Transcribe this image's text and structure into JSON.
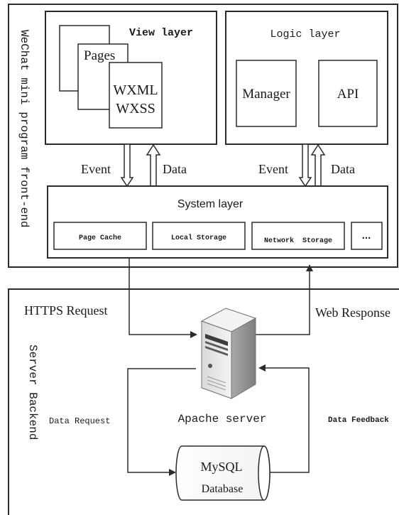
{
  "frontend": {
    "side_title": "WeChat mini program front-end",
    "view_layer": {
      "title": "View layer",
      "pages_label": "Pages",
      "wxml_label": "WXML",
      "wxss_label": "WXSS"
    },
    "logic_layer": {
      "title": "Logic layer",
      "manager_label": "Manager",
      "api_label": "API"
    },
    "left_arrows": {
      "event_label": "Event",
      "data_label": "Data"
    },
    "right_arrows": {
      "event_label": "Event",
      "data_label": "Data"
    },
    "system_layer": {
      "title": "System layer",
      "items": [
        "Page Cache",
        "Local Storage",
        "Network  Storage",
        "..."
      ]
    }
  },
  "backend": {
    "side_title": "Server Backend",
    "https_request_label": "HTTPS Request",
    "web_response_label": "Web Response",
    "server_label": "Apache server",
    "data_request_label": "Data Request",
    "data_feedback_label": "Data Feedback",
    "database": {
      "name": "MySQL",
      "label": "Database"
    }
  },
  "colors": {
    "line": "#2b2b2b",
    "server_light": "#e9e9e9",
    "server_mid": "#bdbdbd",
    "server_dark": "#8a8a8a"
  }
}
